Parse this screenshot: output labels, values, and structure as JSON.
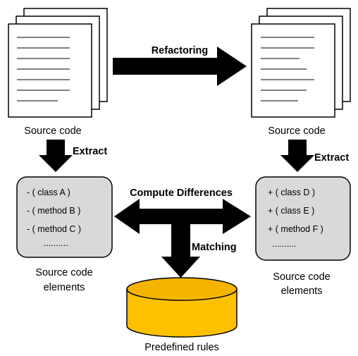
{
  "diagram": {
    "left_source": {
      "label": "Source code"
    },
    "right_source": {
      "label": "Source code"
    },
    "refactoring_label": "Refactoring",
    "extract_left_label": "Extract",
    "extract_right_label": "Extract",
    "compute_label": "Compute Differences",
    "matching_label": "Matching",
    "left_elements": {
      "items": [
        "- ( class A )",
        "- ( method B )",
        "- ( method C )",
        ".........."
      ],
      "label_line1": "Source code",
      "label_line2": "elements"
    },
    "right_elements": {
      "items": [
        "+ ( class  D )",
        "+ ( class  E )",
        "+ ( method  F )",
        ".........."
      ],
      "label_line1": "Source code",
      "label_line2": "elements"
    },
    "rules": {
      "label": "Predefined rules"
    },
    "colors": {
      "element_box_fill": "#d9d9d9",
      "cylinder_fill": "#ffc000",
      "cylinder_top": "#f5b400",
      "arrow": "#000000"
    }
  }
}
